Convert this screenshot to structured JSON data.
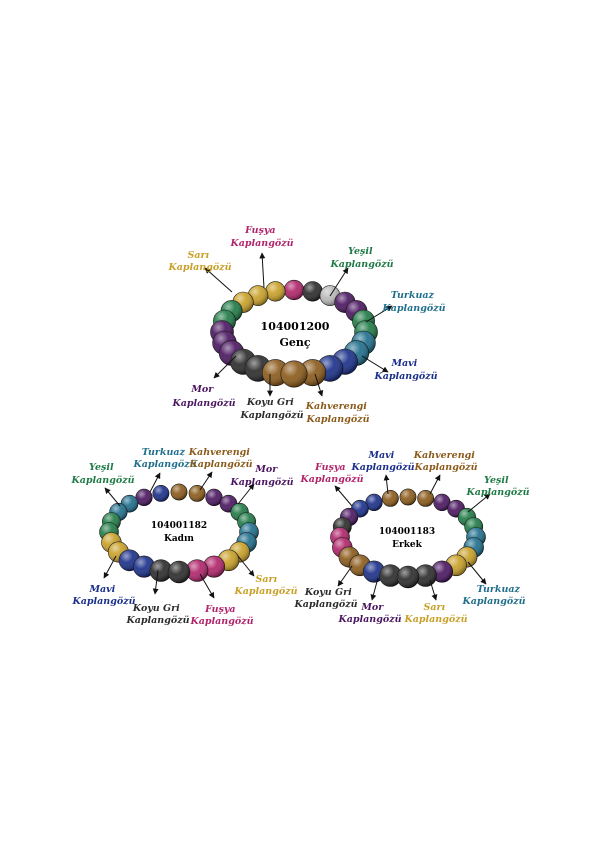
{
  "colors": {
    "sari": "#c8a028",
    "fusya": "#b0246a",
    "yesil": "#1f7a45",
    "turkuaz": "#1f6e8c",
    "mavi": "#1a2f8a",
    "mor": "#4a1660",
    "koyugri": "#2b2b2b",
    "kahverengi": "#8b5a1a"
  },
  "bracelets": [
    {
      "code": "104001200",
      "type": "Genç",
      "labels": {
        "sari": [
          "Sarı",
          "Kaplangözü"
        ],
        "fusya": [
          "Fuşya",
          "Kaplangözü"
        ],
        "yesil": [
          "Yeşil",
          "Kaplangözü"
        ],
        "turkuaz": [
          "Turkuaz",
          "Kaplangözü"
        ],
        "mavi": [
          "Mavi",
          "Kaplangözü"
        ],
        "kahverengi": [
          "Kahverengi",
          "Kaplangözü"
        ],
        "koyugri": [
          "Koyu Gri",
          "Kaplangözü"
        ],
        "mor": [
          "Mor",
          "Kaplangözü"
        ]
      }
    },
    {
      "code": "104001182",
      "type": "Kadın",
      "labels": {
        "yesil": [
          "Yeşil",
          "Kaplangözü"
        ],
        "turkuaz": [
          "Turkuaz",
          "Kaplangözü"
        ],
        "kahverengi": [
          "Kahverengi",
          "Kaplangözü"
        ],
        "mor": [
          "Mor",
          "Kaplangözü"
        ],
        "mavi": [
          "Mavi",
          "Kaplangözü"
        ],
        "koyugri": [
          "Koyu Gri",
          "Kaplangözü"
        ],
        "fusya": [
          "Fuşya",
          "Kaplangözü"
        ],
        "sari": [
          "Sarı",
          "Kaplangözü"
        ]
      }
    },
    {
      "code": "104001183",
      "type": "Erkek",
      "labels": {
        "fusya": [
          "Fuşya",
          "Kaplangözü"
        ],
        "mavi": [
          "Mavi",
          "Kaplangözü"
        ],
        "kahverengi": [
          "Kahverengi",
          "Kaplangözü"
        ],
        "yesil": [
          "Yeşil",
          "Kaplangözü"
        ],
        "koyugri": [
          "Koyu Gri",
          "Kaplangözü"
        ],
        "mor": [
          "Mor",
          "Kaplangözü"
        ],
        "sari": [
          "Sarı",
          "Kaplangözü"
        ],
        "turkuaz": [
          "Turkuaz",
          "Kaplangözü"
        ]
      }
    }
  ]
}
